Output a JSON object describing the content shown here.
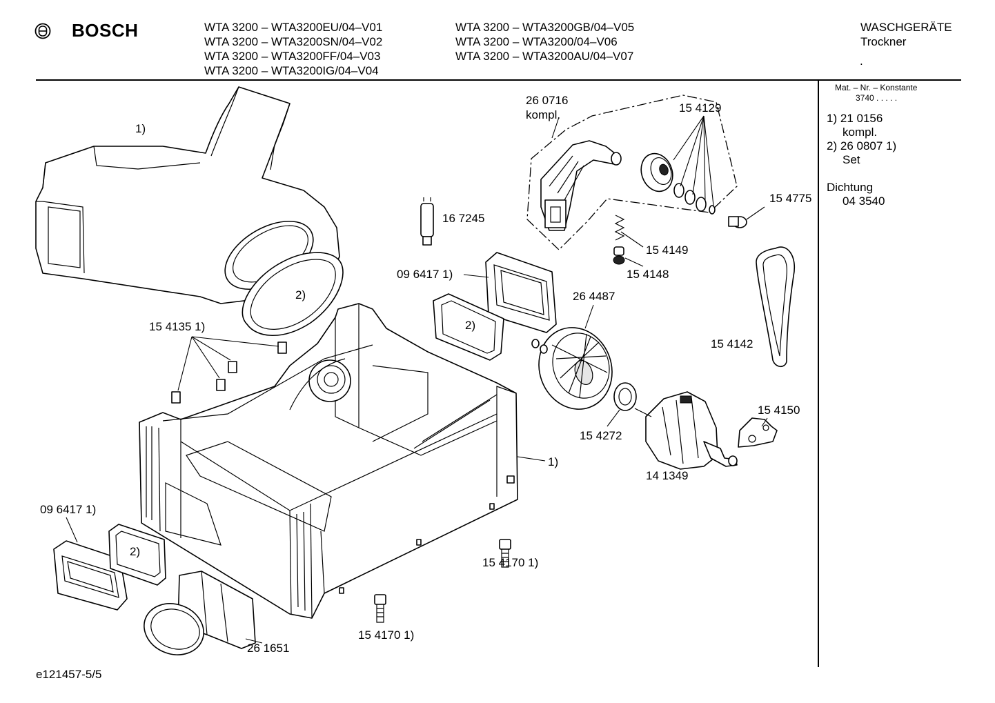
{
  "header": {
    "brand": "BOSCH",
    "models_left": [
      "WTA 3200 – WTA3200EU/04–V01",
      "WTA 3200 – WTA3200SN/04–V02",
      "WTA 3200 – WTA3200FF/04–V03",
      "WTA 3200 – WTA3200IG/04–V04"
    ],
    "models_right": [
      "WTA 3200 – WTA3200GB/04–V05",
      "WTA 3200 – WTA3200/04–V06",
      "WTA 3200 – WTA3200AU/04–V07"
    ],
    "category": "WASCHGERÄTE",
    "subcategory": "Trockner",
    "dot": "."
  },
  "sidebar": {
    "mat_title": "Mat. – Nr. – Konstante",
    "mat_value": "3740 . . . . .",
    "notes": [
      {
        "num": "1)",
        "line1": "21 0156",
        "line2": "kompl."
      },
      {
        "num": "2)",
        "line1": "26 0807 1)",
        "line2": "Set"
      }
    ],
    "seal_title": "Dichtung",
    "seal_value": "04 3540"
  },
  "labels": {
    "duct_1": "1)",
    "gasket_2_top": "2)",
    "p260716": "26 0716",
    "kompl": "kompl.",
    "p154129": "15 4129",
    "p167245": "16 7245",
    "p154775": "15 4775",
    "p154149": "15 4149",
    "p154148": "15 4148",
    "p096417_top": "09 6417 1)",
    "gasket_2_mid": "2)",
    "p264487": "26 4487",
    "p154135": "15 4135 1)",
    "p154142": "15 4142",
    "p154150": "15 4150",
    "p154272": "15 4272",
    "housing_1": "1)",
    "p141349": "14 1349",
    "p096417_bottom": "09 6417 1)",
    "gasket_2_bottom": "2)",
    "p154170_right": "15 4170 1)",
    "p154170_bottom": "15 4170 1)",
    "p261651": "26 1651"
  },
  "footer": {
    "code": "e121457-5/5"
  }
}
